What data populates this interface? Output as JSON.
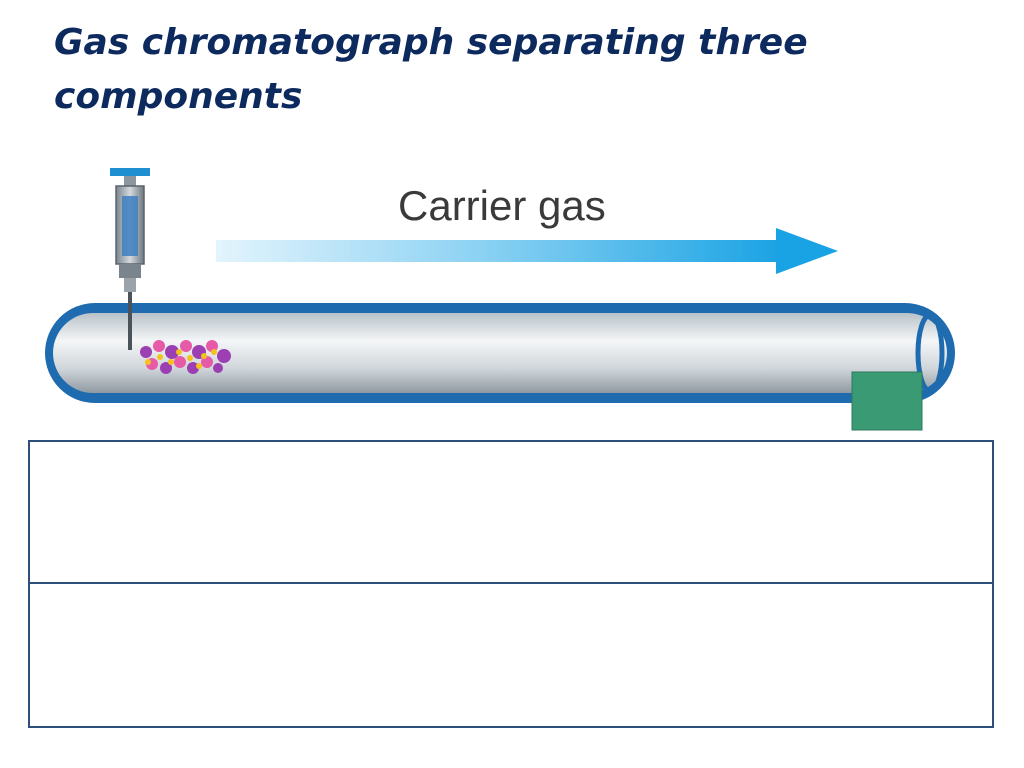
{
  "slide": {
    "title": "Gas chromatograph separating three components"
  },
  "diagram": {
    "carrier_gas_label": "Carrier gas",
    "colors": {
      "tube_border": "#1e6bb0",
      "arrow": "#1aa3e4",
      "detector": "#3a9a74",
      "component_a": "#9b3fb3",
      "component_b": "#e65aa8",
      "component_c": "#f4c21a"
    },
    "icons": [
      "syringe-icon",
      "column-tube",
      "arrow-right-icon",
      "detector-box"
    ]
  },
  "table": {
    "rows": [
      {
        "text": ""
      },
      {
        "text": ""
      }
    ]
  }
}
